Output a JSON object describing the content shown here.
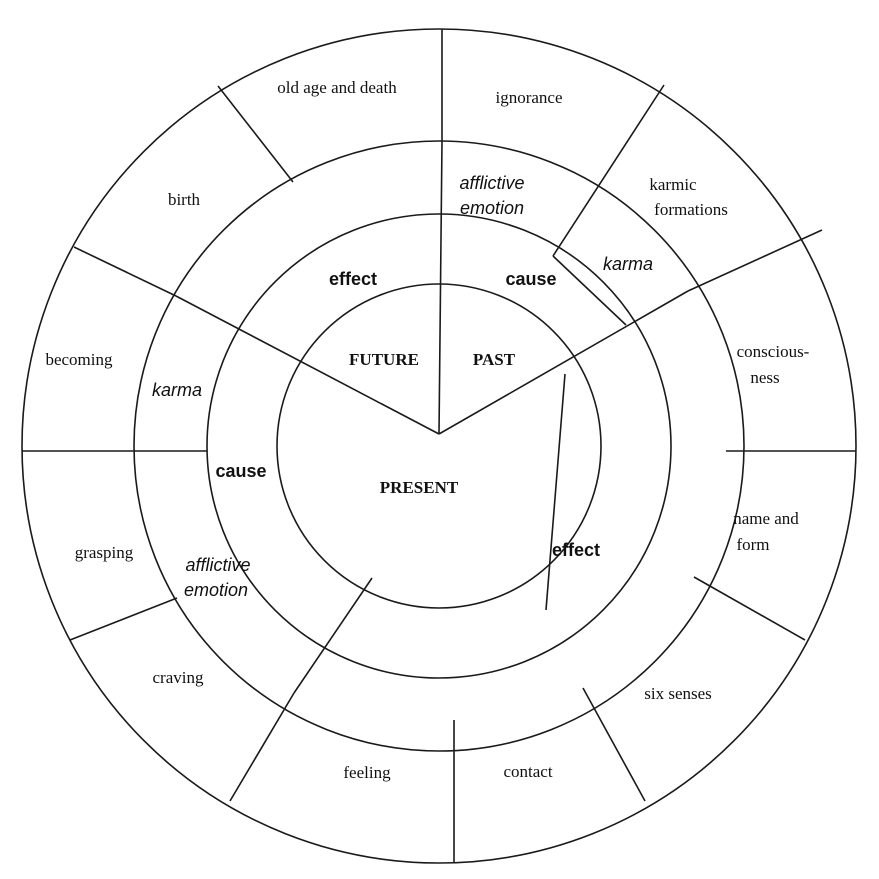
{
  "links": {
    "old_age_and_death": "old age and death",
    "ignorance": "ignorance",
    "karmic_formations_1": "karmic",
    "karmic_formations_2": "formations",
    "consciousness_1": "conscious-",
    "consciousness_2": "ness",
    "name_and_form_1": "name and",
    "name_and_form_2": "form",
    "six_senses": "six senses",
    "contact": "contact",
    "feeling": "feeling",
    "craving": "craving",
    "grasping": "grasping",
    "becoming": "becoming",
    "birth": "birth"
  },
  "ring_labels": {
    "afflictive_emotion_top_1": "afflictive",
    "afflictive_emotion_top_2": "emotion",
    "karma_right": "karma",
    "cause_top": "cause",
    "effect_top": "effect",
    "karma_left": "karma",
    "cause_left": "cause",
    "afflictive_emotion_bottom_1": "afflictive",
    "afflictive_emotion_bottom_2": "emotion",
    "effect_bottom": "effect"
  },
  "center": {
    "future": "FUTURE",
    "past": "PAST",
    "present": "PRESENT"
  }
}
